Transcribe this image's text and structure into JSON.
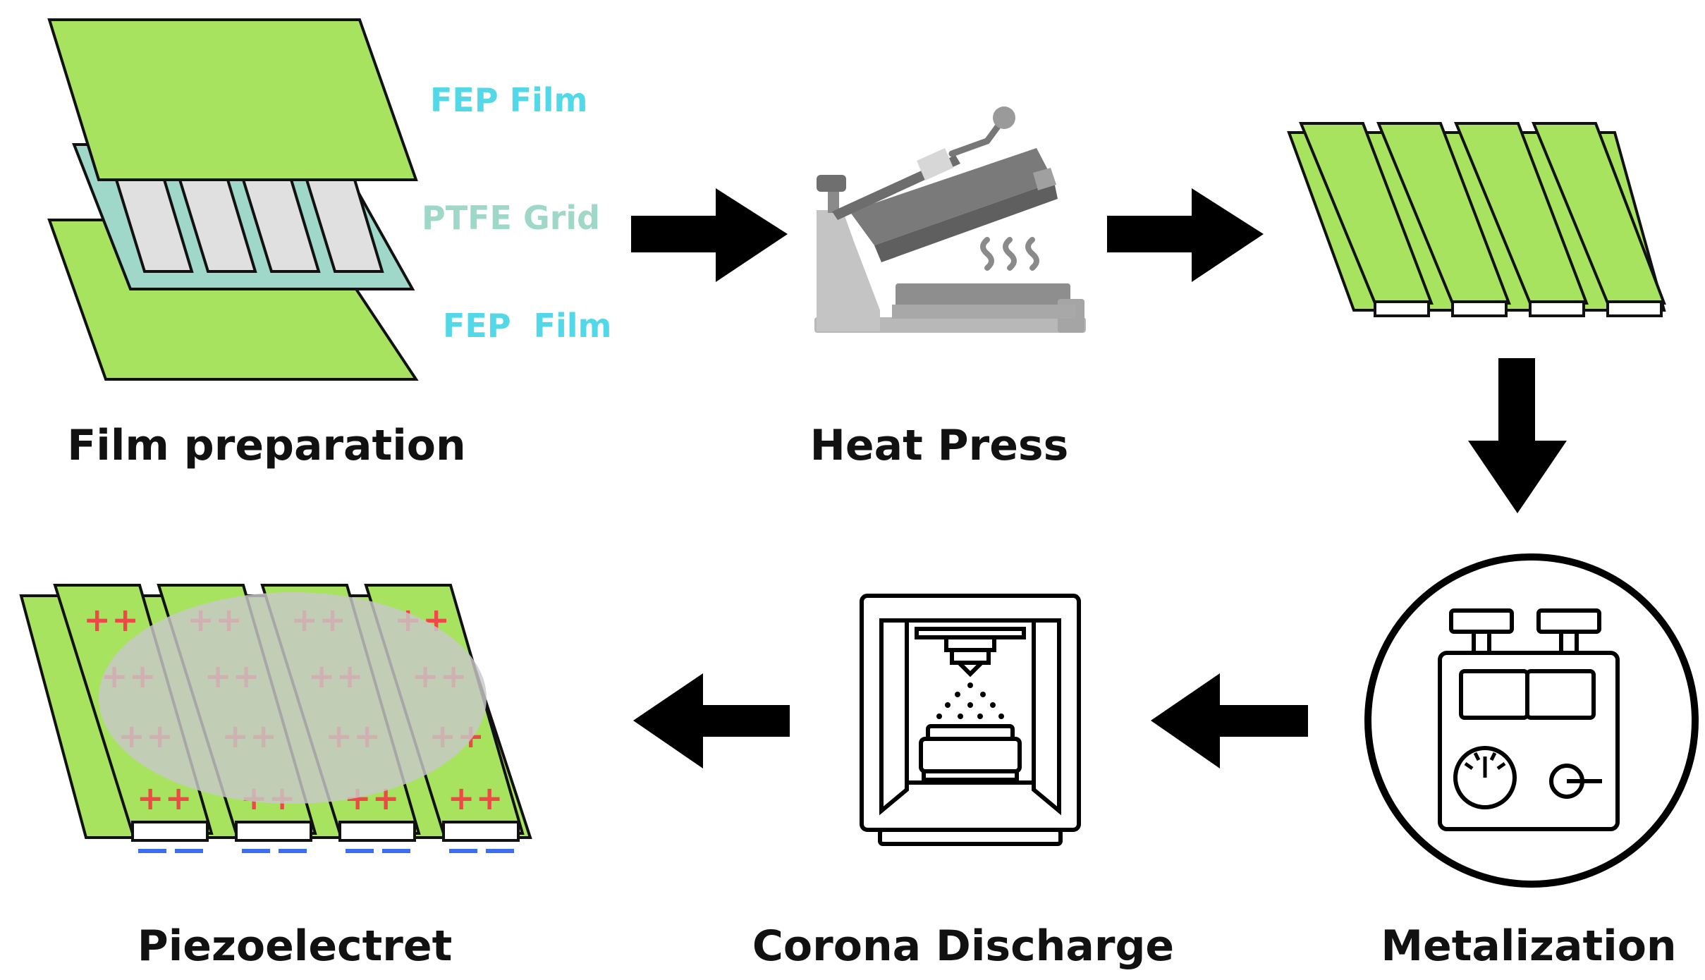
{
  "colors": {
    "film_green": "#a8e35f",
    "grid_teal": "#9fd8c8",
    "fep_label": "#52d8e6",
    "ptfe_label": "#9fd8c8",
    "positive_charge": "#f04848",
    "negative_charge": "#3d6ef0",
    "arrow": "#000000",
    "press_gray": "#9a9a9a"
  },
  "film_stack": {
    "top_layer": "FEP Film",
    "middle_layer": "PTFE Grid",
    "bottom_layer": "FEP  Film"
  },
  "steps": {
    "film_preparation": "Film preparation",
    "heat_press": "Heat Press",
    "metalization": "Metalization",
    "corona_discharge": "Corona Discharge",
    "piezoelectret": "Piezoelectret"
  },
  "charges": {
    "positive": "+",
    "negative": "−"
  },
  "icons": {
    "film_stack": "film-stack-icon",
    "heat_press": "heat-press-icon",
    "bonded_film": "bonded-film-icon",
    "metalization": "metalization-machine-icon",
    "corona": "corona-discharge-machine-icon",
    "piezoelectret": "piezoelectret-film-icon"
  }
}
